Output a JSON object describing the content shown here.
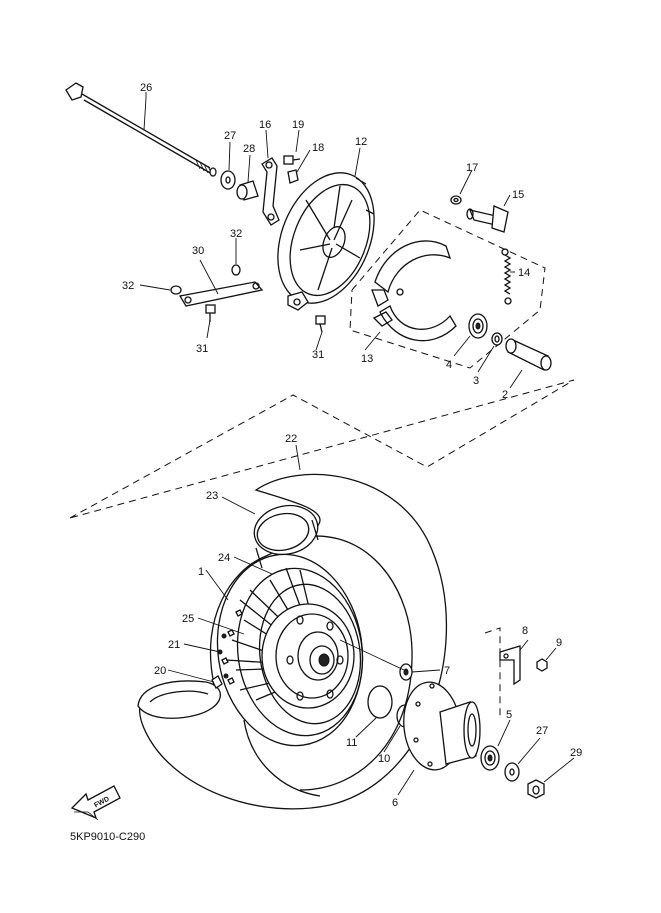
{
  "drawing_code": "5KP9010-C290",
  "fwd_label": "FWD",
  "callouts": {
    "c1": "1",
    "c2": "2",
    "c3": "3",
    "c4": "4",
    "c5": "5",
    "c6": "6",
    "c7": "7",
    "c8": "8",
    "c9": "9",
    "c10": "10",
    "c11": "11",
    "c12": "12",
    "c13": "13",
    "c14": "14",
    "c15": "15",
    "c16": "16",
    "c17": "17",
    "c18": "18",
    "c19": "19",
    "c20": "20",
    "c21": "21",
    "c22": "22",
    "c23": "23",
    "c24": "24",
    "c25": "25",
    "c26": "26",
    "c27a": "27",
    "c27b": "27",
    "c28": "28",
    "c29": "29",
    "c30": "30",
    "c31a": "31",
    "c31b": "31",
    "c32a": "32",
    "c32b": "32"
  }
}
